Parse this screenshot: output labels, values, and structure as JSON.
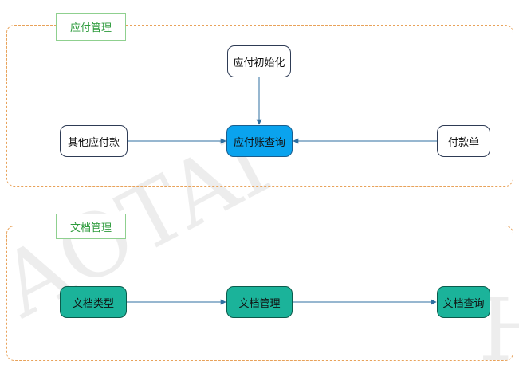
{
  "groups": [
    {
      "label": "应付管理",
      "nodes": {
        "init": "应付初始化",
        "other": "其他应付款",
        "query": "应付账查询",
        "pay": "付款单"
      }
    },
    {
      "label": "文档管理",
      "nodes": {
        "doctype": "文档类型",
        "docmgmt": "文档管理",
        "docquery": "文档查询"
      }
    }
  ],
  "edges": [
    {
      "from": "应付初始化",
      "to": "应付账查询"
    },
    {
      "from": "其他应付款",
      "to": "应付账查询"
    },
    {
      "from": "付款单",
      "to": "应付账查询"
    },
    {
      "from": "文档类型",
      "to": "文档管理"
    },
    {
      "from": "文档管理",
      "to": "文档查询"
    }
  ],
  "watermark": "AOTAI",
  "colors": {
    "group_border": "#e8a25a",
    "group_label_border": "#8fd08f",
    "group_label_text": "#2d9b3c",
    "node_plain": "#ffffff",
    "node_blue": "#0aa3ee",
    "node_teal": "#1bb39a",
    "edge": "#2f6fa0"
  }
}
